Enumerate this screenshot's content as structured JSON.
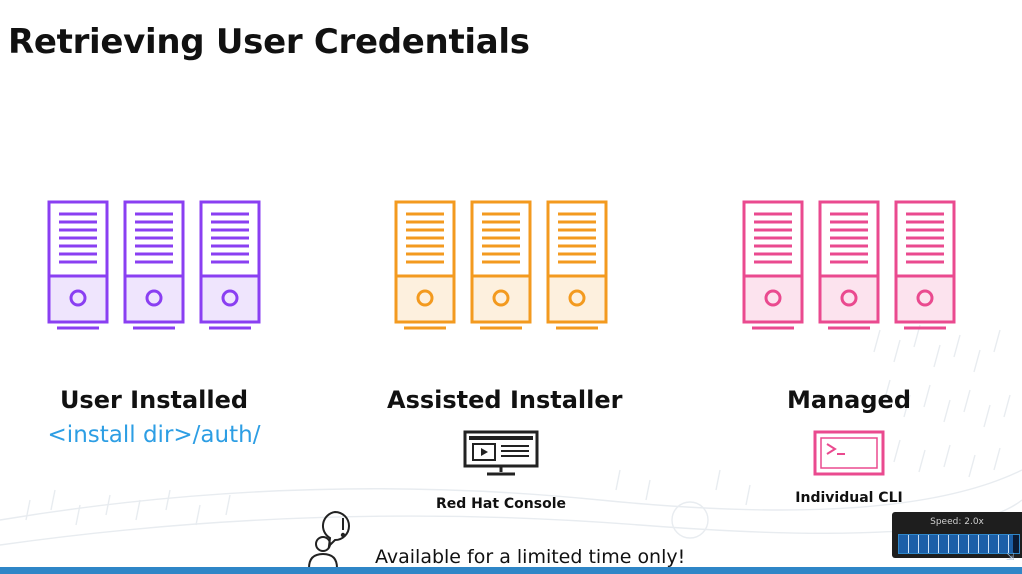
{
  "slide": {
    "title": "Retrieving User Credentials",
    "columns": [
      {
        "name": "User Installed",
        "path": "<install dir>/auth/",
        "color": "#8a3ff2",
        "icon": "server-rack-icon"
      },
      {
        "name": "Assisted Installer",
        "sub_label": "Red Hat Console",
        "sub_icon": "monitor-icon",
        "color": "#f39a1f",
        "icon": "server-rack-icon"
      },
      {
        "name": "Managed",
        "sub_label": "Individual CLI",
        "sub_icon": "terminal-icon",
        "color": "#ea4a8f",
        "icon": "server-rack-icon"
      }
    ],
    "promo": {
      "text": "Available for a limited time only!",
      "icon": "person-alert-icon"
    }
  },
  "player": {
    "speed_label": "Speed: 2.0x",
    "speed_fraction": 0.95,
    "accent_color": "#2f86c7"
  }
}
